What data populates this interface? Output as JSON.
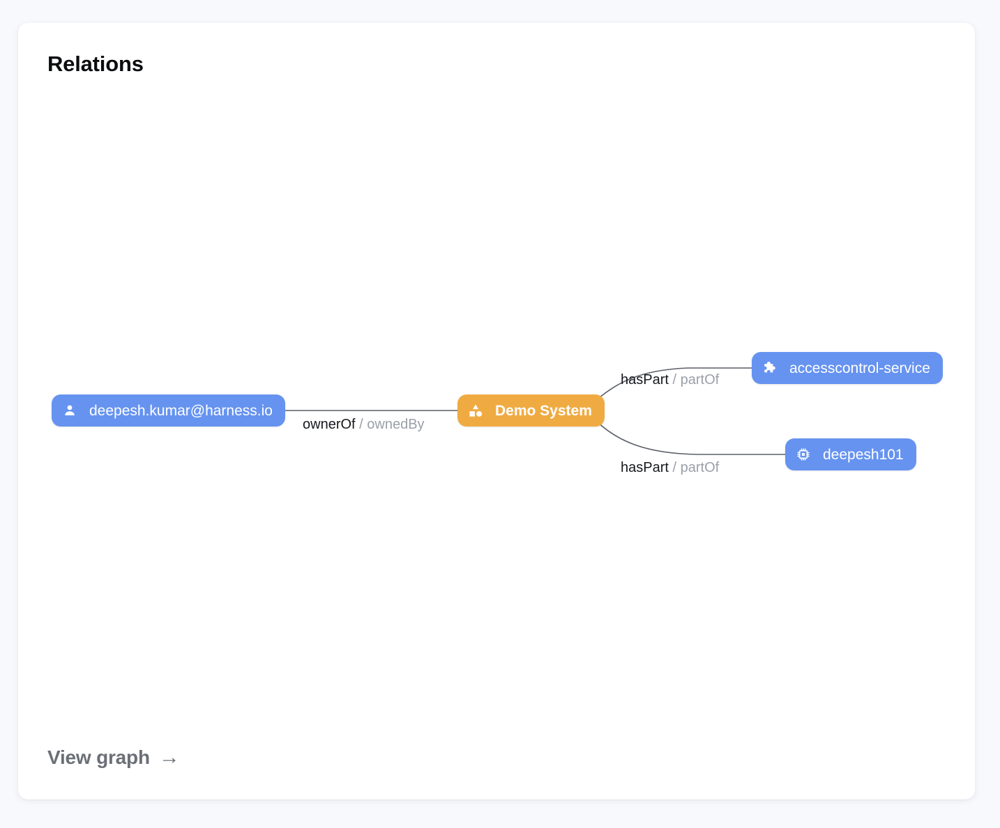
{
  "card": {
    "title": "Relations"
  },
  "graph": {
    "nodes": [
      {
        "id": "user",
        "label": "deepesh.kumar@harness.io",
        "icon": "person-icon",
        "color": "#6693f0",
        "kind": "user"
      },
      {
        "id": "system",
        "label": "Demo System",
        "icon": "shapes-icon",
        "color": "#efab42",
        "kind": "system"
      },
      {
        "id": "accesscontrol",
        "label": "accesscontrol-service",
        "icon": "puzzle-icon",
        "color": "#6693f0",
        "kind": "component"
      },
      {
        "id": "deepesh101",
        "label": "deepesh101",
        "icon": "chip-icon",
        "color": "#6693f0",
        "kind": "resource"
      }
    ],
    "edges": [
      {
        "id": "user-system",
        "from": "user",
        "to": "system",
        "primary": "ownerOf",
        "separator": " / ",
        "secondary": "ownedBy"
      },
      {
        "id": "system-accesscontrol",
        "from": "system",
        "to": "accesscontrol",
        "primary": "hasPart",
        "separator": " / ",
        "secondary": "partOf"
      },
      {
        "id": "system-deepesh101",
        "from": "system",
        "to": "deepesh101",
        "primary": "hasPart",
        "separator": " / ",
        "secondary": "partOf"
      }
    ],
    "edge_color": "#5a5f66"
  },
  "footer": {
    "view_graph_label": "View graph",
    "arrow_glyph": "→"
  }
}
